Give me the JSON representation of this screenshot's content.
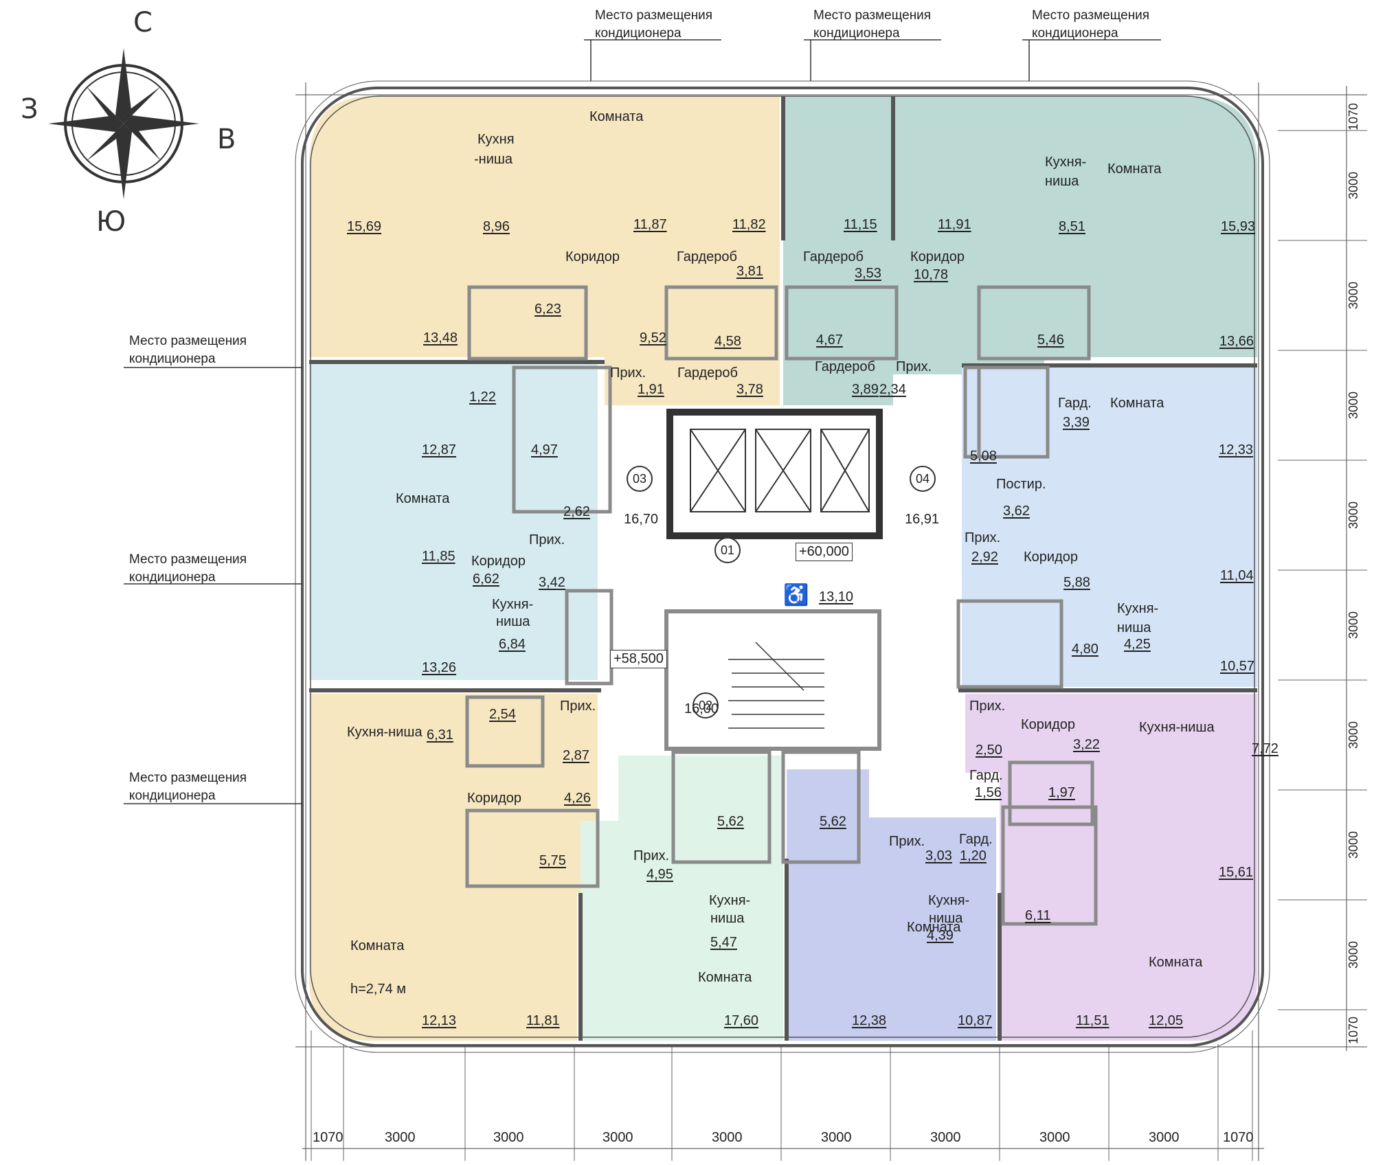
{
  "compass": {
    "north": "С",
    "south": "Ю",
    "west": "З",
    "east": "В"
  },
  "ac_label": {
    "line1": "Место размещения",
    "line2": "кондиционера"
  },
  "colors": {
    "yellow": "#f6e7c1",
    "teal": "#bcd9d4",
    "cyan": "#d6ebef",
    "blue": "#d4e4f6",
    "violet": "#c7cdee",
    "mint": "#dff3e8",
    "pink": "#e7d3ef",
    "wall": "#555555",
    "grey": "#9b9b9b"
  },
  "dims_bottom": [
    "1070",
    "3000",
    "3000",
    "3000",
    "3000",
    "3000",
    "3000",
    "3000",
    "3000",
    "1070"
  ],
  "dims_right": [
    "1070",
    "3000",
    "3000",
    "3000",
    "3000",
    "3000",
    "3000",
    "3000",
    "3000",
    "1070"
  ],
  "stairs": {
    "n03": "03",
    "n04": "04",
    "n01": "01",
    "n02": "02"
  },
  "levels": {
    "l1": "+60,000",
    "l2": "+58,500"
  },
  "ceiling": "h=2,74 м",
  "rooms": [
    {
      "t": "Комната"
    },
    {
      "t": "Кухня"
    },
    {
      "t": "-ниша"
    },
    {
      "t": "15,69",
      "u": 1
    },
    {
      "t": "8,96",
      "u": 1
    },
    {
      "t": "11,87",
      "u": 1
    },
    {
      "t": "11,82",
      "u": 1
    },
    {
      "t": "Коридор"
    },
    {
      "t": "Гардероб"
    },
    {
      "t": "3,81",
      "u": 1
    },
    {
      "t": "6,23",
      "u": 1
    },
    {
      "t": "13,48",
      "u": 1
    },
    {
      "t": "9,52",
      "u": 1
    },
    {
      "t": "4,58",
      "u": 1
    },
    {
      "t": "Прих."
    },
    {
      "t": "1,91",
      "u": 1
    },
    {
      "t": "Гардероб"
    },
    {
      "t": "3,78",
      "u": 1
    },
    {
      "t": "11,15",
      "u": 1
    },
    {
      "t": "11,91",
      "u": 1
    },
    {
      "t": "Кухня-"
    },
    {
      "t": "ниша"
    },
    {
      "t": "8,51",
      "u": 1
    },
    {
      "t": "Комната"
    },
    {
      "t": "15,93",
      "u": 1
    },
    {
      "t": "Гардероб"
    },
    {
      "t": "3,53",
      "u": 1
    },
    {
      "t": "Коридор"
    },
    {
      "t": "10,78",
      "u": 1
    },
    {
      "t": "4,67",
      "u": 1
    },
    {
      "t": "5,46",
      "u": 1
    },
    {
      "t": "13,66",
      "u": 1
    },
    {
      "t": "Гардероб"
    },
    {
      "t": "3,89",
      "u": 1
    },
    {
      "t": "Прих."
    },
    {
      "t": "2,34",
      "u": 1
    },
    {
      "t": "1,22",
      "u": 1
    },
    {
      "t": "12,87",
      "u": 1
    },
    {
      "t": "4,97",
      "u": 1
    },
    {
      "t": "Комната"
    },
    {
      "t": "2,62",
      "u": 1
    },
    {
      "t": "16,70"
    },
    {
      "t": "Прих."
    },
    {
      "t": "11,85",
      "u": 1
    },
    {
      "t": "Коридор"
    },
    {
      "t": "6,62",
      "u": 1
    },
    {
      "t": "3,42",
      "u": 1
    },
    {
      "t": "Кухня-"
    },
    {
      "t": "ниша"
    },
    {
      "t": "6,84",
      "u": 1
    },
    {
      "t": "13,26",
      "u": 1
    },
    {
      "t": "Гард."
    },
    {
      "t": "3,39",
      "u": 1
    },
    {
      "t": "Комната"
    },
    {
      "t": "5,08",
      "u": 1
    },
    {
      "t": "12,33",
      "u": 1
    },
    {
      "t": "Постир."
    },
    {
      "t": "3,62",
      "u": 1
    },
    {
      "t": "16,91"
    },
    {
      "t": "Прих."
    },
    {
      "t": "2,92",
      "u": 1
    },
    {
      "t": "Коридор"
    },
    {
      "t": "5,88",
      "u": 1
    },
    {
      "t": "11,04",
      "u": 1
    },
    {
      "t": "13,10",
      "u": 1
    },
    {
      "t": "Кухня-"
    },
    {
      "t": "ниша"
    },
    {
      "t": "4,25",
      "u": 1
    },
    {
      "t": "4,80",
      "u": 1
    },
    {
      "t": "10,57",
      "u": 1
    },
    {
      "t": "Кухня-ниша"
    },
    {
      "t": "6,31",
      "u": 1
    },
    {
      "t": "2,54",
      "u": 1
    },
    {
      "t": "Прих."
    },
    {
      "t": "2,87",
      "u": 1
    },
    {
      "t": "Коридор"
    },
    {
      "t": "4,26",
      "u": 1
    },
    {
      "t": "5,75",
      "u": 1
    },
    {
      "t": "16,00"
    },
    {
      "t": "Прих."
    },
    {
      "t": "Коридор"
    },
    {
      "t": "3,22",
      "u": 1
    },
    {
      "t": "Кухня-ниша"
    },
    {
      "t": "7,72",
      "u": 1
    },
    {
      "t": "2,50",
      "u": 1
    },
    {
      "t": "Гард."
    },
    {
      "t": "1,56",
      "u": 1
    },
    {
      "t": "1,97",
      "u": 1
    },
    {
      "t": "5,62",
      "u": 1
    },
    {
      "t": "5,62",
      "u": 1
    },
    {
      "t": "Прих."
    },
    {
      "t": "3,03",
      "u": 1
    },
    {
      "t": "Гард."
    },
    {
      "t": "1,20",
      "u": 1
    },
    {
      "t": "Прих."
    },
    {
      "t": "4,95",
      "u": 1
    },
    {
      "t": "Кухня-"
    },
    {
      "t": "ниша"
    },
    {
      "t": "5,47",
      "u": 1
    },
    {
      "t": "Кухня-"
    },
    {
      "t": "ниша"
    },
    {
      "t": "4,39",
      "u": 1
    },
    {
      "t": "6,11",
      "u": 1
    },
    {
      "t": "15,61",
      "u": 1
    },
    {
      "t": "Комната"
    },
    {
      "t": "Комната"
    },
    {
      "t": "Комната"
    },
    {
      "t": "Комната"
    },
    {
      "t": "12,13",
      "u": 1
    },
    {
      "t": "11,81",
      "u": 1
    },
    {
      "t": "17,60",
      "u": 1
    },
    {
      "t": "12,38",
      "u": 1
    },
    {
      "t": "10,87",
      "u": 1
    },
    {
      "t": "11,51",
      "u": 1
    },
    {
      "t": "12,05",
      "u": 1
    }
  ]
}
